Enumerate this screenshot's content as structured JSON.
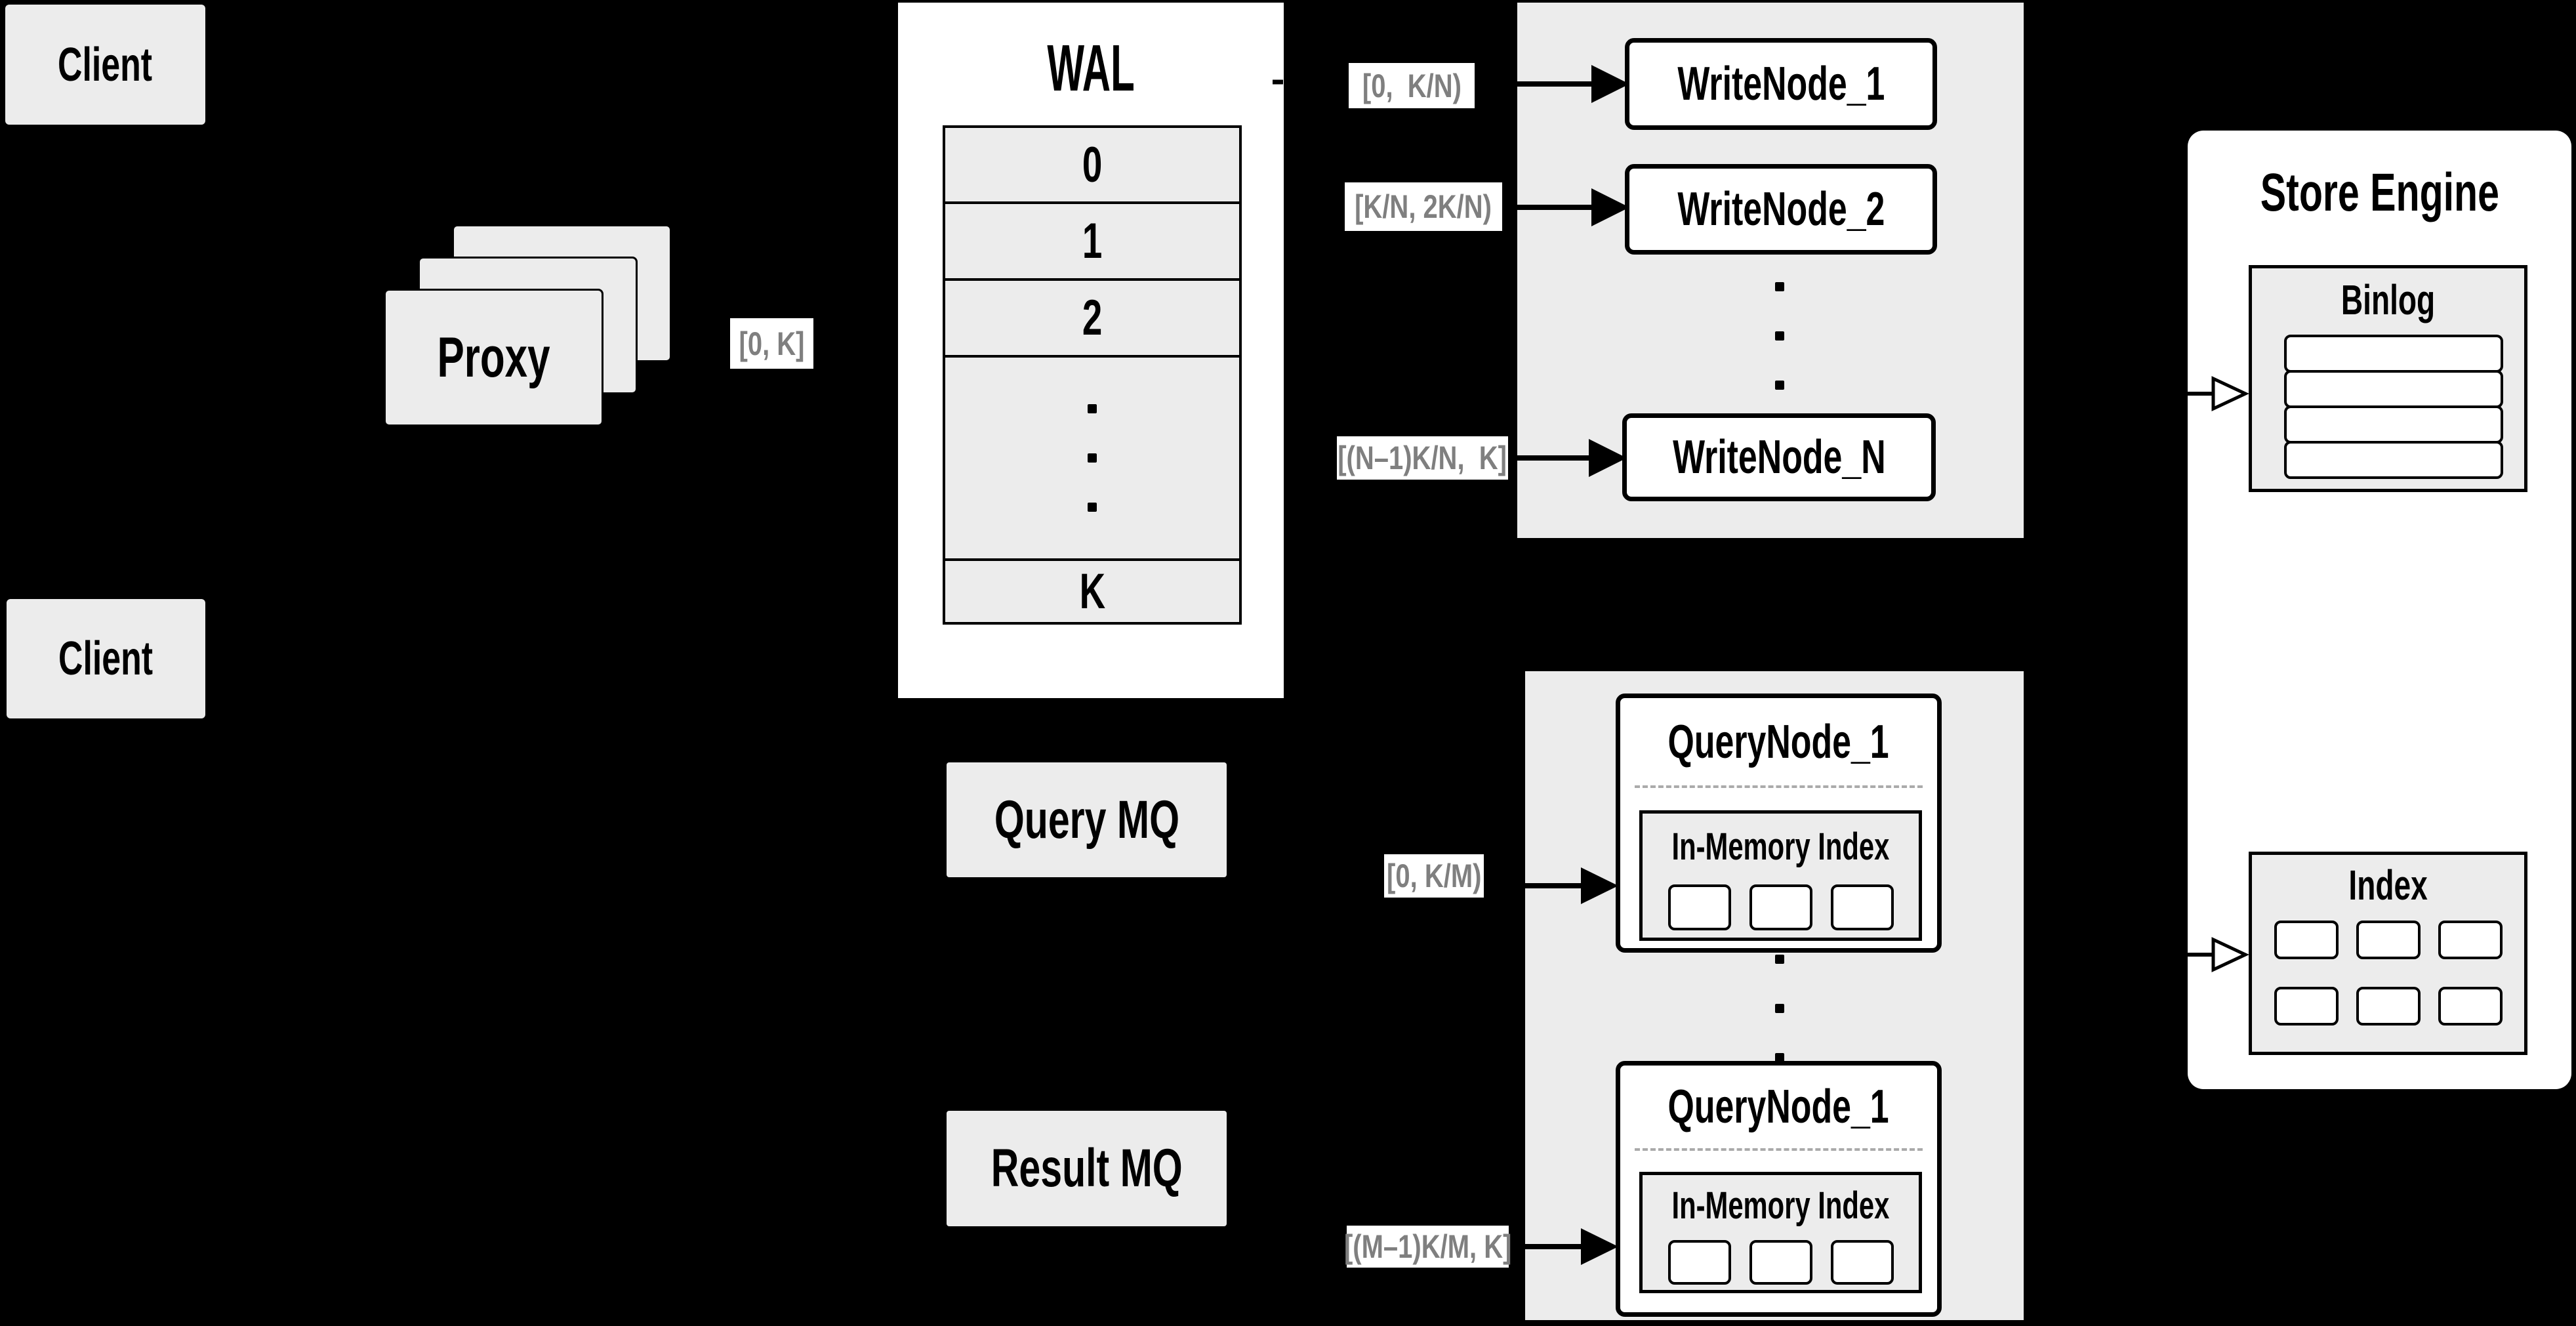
{
  "colors": {
    "background": "#000000",
    "panel_gray": "#ececec",
    "box_white": "#ffffff",
    "line_black": "#000000",
    "range_label_text": "#7f7f7f",
    "dashed_divider": "#aaaaaa"
  },
  "clients": {
    "top": "Client",
    "bottom": "Client"
  },
  "proxy": {
    "label": "Proxy",
    "range_to_wal": "[0, K]"
  },
  "wal": {
    "title": "WAL",
    "segments": [
      "0",
      "1",
      "2"
    ],
    "last_segment": "K"
  },
  "write_cluster": {
    "ranges": [
      "[0,  K/N)",
      "[K/N, 2K/N)",
      "[(N–1)K/N,  K]"
    ],
    "nodes": [
      "WriteNode_1",
      "WriteNode_2",
      "WriteNode_N"
    ]
  },
  "queues": {
    "query_mq": "Query MQ",
    "result_mq": "Result MQ"
  },
  "query_cluster": {
    "ranges": [
      "[0, K/M)",
      "[(M–1)K/M, K]"
    ],
    "nodes": [
      {
        "title": "QueryNode_1",
        "inner_title": "In-Memory Index"
      },
      {
        "title": "QueryNode_1",
        "inner_title": "In-Memory Index"
      }
    ]
  },
  "store_engine": {
    "title": "Store Engine",
    "binlog_title": "Binlog",
    "index_title": "Index"
  }
}
